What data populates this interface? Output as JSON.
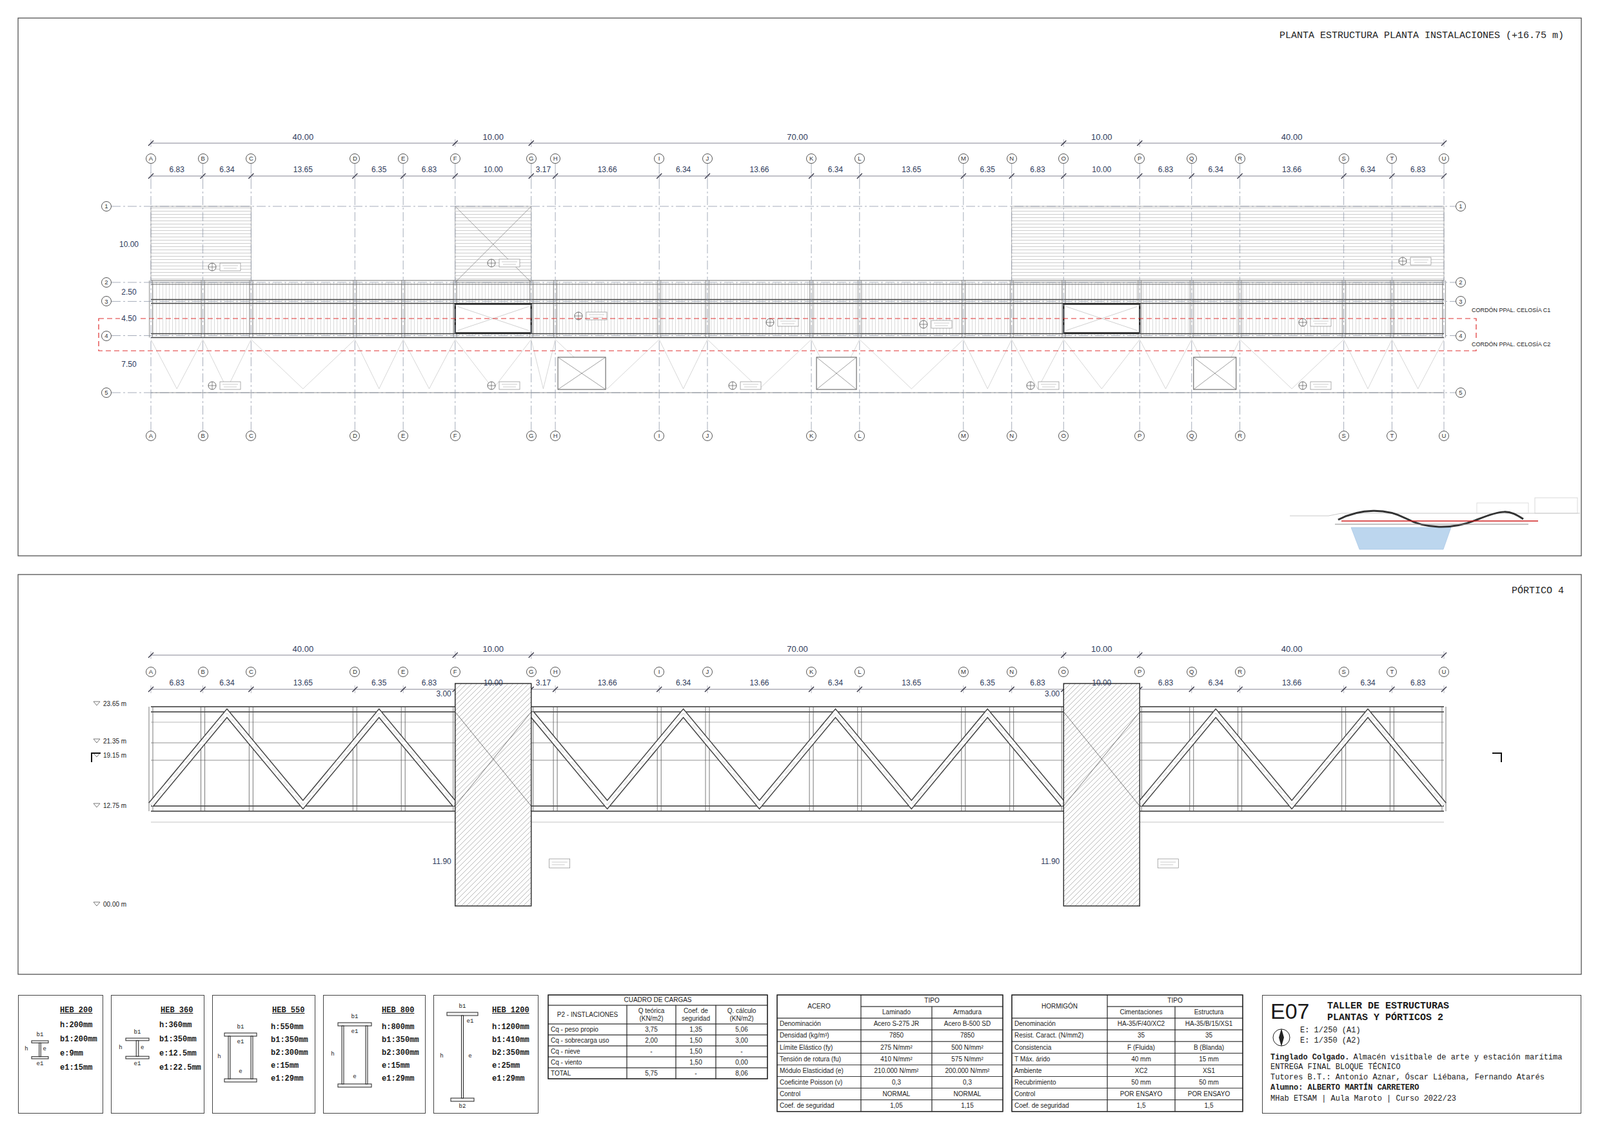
{
  "diagram": {
    "nodes": [
      {
        "text": [
          "A"
        ]
      },
      {
        "text": [
          "B"
        ]
      },
      {
        "text": [
          "C"
        ]
      },
      {
        "text": [
          "D"
        ]
      },
      {
        "text": [
          "E"
        ]
      },
      {
        "text": [
          "F"
        ]
      },
      {
        "text": [
          "G"
        ]
      },
      {
        "text": [
          "H"
        ]
      },
      {
        "text": [
          "I"
        ]
      },
      {
        "text": [
          "J"
        ]
      },
      {
        "text": [
          "K"
        ]
      },
      {
        "text": [
          "L"
        ]
      },
      {
        "text": [
          "M"
        ]
      },
      {
        "text": [
          "N"
        ]
      },
      {
        "text": [
          "O"
        ]
      },
      {
        "text": [
          "P"
        ]
      },
      {
        "text": [
          "Q"
        ]
      },
      {
        "text": [
          "R"
        ]
      },
      {
        "text": [
          "S"
        ]
      },
      {
        "text": [
          "T"
        ]
      },
      {
        "text": [
          "U"
        ]
      },
      {
        "text": [
          "1"
        ]
      },
      {
        "text": [
          "1"
        ]
      },
      {
        "text": [
          "2"
        ]
      },
      {
        "text": [
          "2"
        ]
      },
      {
        "text": [
          "3"
        ]
      },
      {
        "text": [
          "3"
        ]
      },
      {
        "text": [
          "4"
        ]
      },
      {
        "text": [
          "4"
        ]
      },
      {
        "text": [
          "5"
        ]
      },
      {
        "text": [
          "5"
        ]
      },
      {
        "text": [
          "A"
        ]
      },
      {
        "text": [
          "B"
        ]
      },
      {
        "text": [
          "C"
        ]
      },
      {
        "text": [
          "D"
        ]
      },
      {
        "text": [
          "E"
        ]
      },
      {
        "text": [
          "F"
        ]
      },
      {
        "text": [
          "G"
        ]
      },
      {
        "text": [
          "H"
        ]
      },
      {
        "text": [
          "I"
        ]
      },
      {
        "text": [
          "J"
        ]
      },
      {
        "text": [
          "K"
        ]
      },
      {
        "text": [
          "L"
        ]
      },
      {
        "text": [
          "M"
        ]
      },
      {
        "text": [
          "N"
        ]
      },
      {
        "text": [
          "O"
        ]
      },
      {
        "text": [
          "P"
        ]
      },
      {
        "text": [
          "Q"
        ]
      },
      {
        "text": [
          "R"
        ]
      },
      {
        "text": [
          "S"
        ]
      },
      {
        "text": [
          "T"
        ]
      },
      {
        "text": [
          "U"
        ]
      },
      {
        "text": [
          "A"
        ]
      },
      {
        "text": [
          "B"
        ]
      },
      {
        "text": [
          "C"
        ]
      },
      {
        "text": [
          "D"
        ]
      },
      {
        "text": [
          "E"
        ]
      },
      {
        "text": [
          "F"
        ]
      },
      {
        "text": [
          "G"
        ]
      },
      {
        "text": [
          "H"
        ]
      },
      {
        "text": [
          "I"
        ]
      },
      {
        "text": [
          "J"
        ]
      },
      {
        "text": [
          "K"
        ]
      },
      {
        "text": [
          "L"
        ]
      },
      {
        "text": [
          "M"
        ]
      },
      {
        "text": [
          "N"
        ]
      },
      {
        "text": [
          "O"
        ]
      },
      {
        "text": [
          "P"
        ]
      },
      {
        "text": [
          "Q"
        ]
      },
      {
        "text": [
          "R"
        ]
      },
      {
        "text": [
          "S"
        ]
      },
      {
        "text": [
          "T"
        ]
      },
      {
        "text": [
          "U"
        ]
      },
      {
        "text": [
          "HEB 200",
          "h:200mm",
          "b1:200mm",
          "e:9mm",
          "e1:15mm",
          "b1",
          "h",
          "e",
          "e1"
        ]
      },
      {
        "text": [
          "HEB 360",
          "h:360mm",
          "b1:350mm",
          "e:12.5mm",
          "e1:22.5mm",
          "b1",
          "h",
          "e",
          "e1"
        ]
      },
      {
        "text": [
          "HEB 550",
          "h:550mm",
          "b1:350mm",
          "b2:300mm",
          "e:15mm",
          "e1:29mm",
          "b1",
          "h",
          "e1",
          "e"
        ]
      },
      {
        "text": [
          "HEB 800",
          "h:800mm",
          "b1:350mm",
          "b2:300mm",
          "e:15mm",
          "e1:29mm",
          "b1",
          "h",
          "e1",
          "e"
        ]
      },
      {
        "text": [
          "HEB 1200",
          "h:1200mm",
          "b1:410mm",
          "b2:350mm",
          "e:25mm",
          "e1:29mm",
          "b1",
          "e1",
          "h",
          "e",
          "b2"
        ]
      },
      {
        "text": [
          "E07",
          "TALLER DE ESTRUCTURAS PLANTAS Y PÓRTICOS 2",
          "E: 1/250 (A1)",
          "E: 1/350 (A2)",
          "Tinglado Colgado.",
          "Almacén visitbale de arte y estación marítima",
          "ENTREGA FINAL BLOQUE TÉCNICO",
          "Tutores B.T.: Antonio Aznar, Óscar Liébana, Fernando Atarés",
          "Alumno: ALBERTO MARTÍN CARRETERO",
          "MHab ETSAM | Aula Maroto | Curso 2022/23"
        ]
      }
    ],
    "edges": [
      {
        "from": 0,
        "to": 31,
        "arrow": "none"
      },
      {
        "from": 1,
        "to": 32,
        "arrow": "none"
      },
      {
        "from": 2,
        "to": 33,
        "arrow": "none"
      },
      {
        "from": 3,
        "to": 34,
        "arrow": "none"
      },
      {
        "from": 4,
        "to": 35,
        "arrow": "none"
      },
      {
        "from": 5,
        "to": 36,
        "arrow": "none"
      },
      {
        "from": 6,
        "to": 37,
        "arrow": "none"
      },
      {
        "from": 7,
        "to": 38,
        "arrow": "none"
      },
      {
        "from": 8,
        "to": 39,
        "arrow": "none"
      },
      {
        "from": 9,
        "to": 40,
        "arrow": "none"
      },
      {
        "from": 10,
        "to": 41,
        "arrow": "none"
      },
      {
        "from": 11,
        "to": 42,
        "arrow": "none"
      },
      {
        "from": 12,
        "to": 43,
        "arrow": "none"
      },
      {
        "from": 13,
        "to": 44,
        "arrow": "none"
      },
      {
        "from": 14,
        "to": 45,
        "arrow": "none"
      },
      {
        "from": 15,
        "to": 46,
        "arrow": "none"
      },
      {
        "from": 16,
        "to": 47,
        "arrow": "none"
      },
      {
        "from": 17,
        "to": 48,
        "arrow": "none"
      },
      {
        "from": 18,
        "to": 49,
        "arrow": "none"
      },
      {
        "from": 19,
        "to": 50,
        "arrow": "none"
      },
      {
        "from": 20,
        "to": 51,
        "arrow": "none"
      },
      {
        "from": 21,
        "to": 22,
        "arrow": "none"
      },
      {
        "from": 23,
        "to": 24,
        "arrow": "none"
      },
      {
        "from": 25,
        "to": 26,
        "arrow": "none"
      },
      {
        "from": 27,
        "to": 28,
        "arrow": "none"
      },
      {
        "from": 29,
        "to": 30,
        "arrow": "none"
      }
    ],
    "labels": [
      "PLANTA ESTRUCTURA PLANTA INSTALACIONES (+16.75 m)",
      "40.00",
      "10.00",
      "70.00",
      "10.00",
      "40.00",
      "6.83",
      "6.34",
      "13.65",
      "6.35",
      "6.83",
      "10.00",
      "3.17",
      "13.66",
      "6.34",
      "13.66",
      "6.34",
      "13.65",
      "6.35",
      "6.83",
      "10.00",
      "6.83",
      "6.34",
      "13.66",
      "6.34",
      "6.83",
      "10.00",
      "2.50",
      "4.50",
      "7.50",
      "CORDÓN PPAL. CELOSÍA C1",
      "CORDÓN PPAL. CELOSÍA C2",
      "PÓRTICO 4",
      "40.00",
      "10.00",
      "70.00",
      "10.00",
      "40.00",
      "6.83",
      "6.34",
      "13.65",
      "6.35",
      "6.83",
      "10.00",
      "3.17",
      "13.66",
      "6.34",
      "13.66",
      "6.34",
      "13.65",
      "6.35",
      "6.83",
      "10.00",
      "6.83",
      "6.34",
      "13.66",
      "6.34",
      "6.83",
      "23.65 m",
      "21.35 m",
      "19.15 m",
      "12.75 m",
      "00.00 m",
      "3.00",
      "11.90",
      "3.00",
      "11.90",
      "CUADRO DE CARGAS",
      "P2 - INSTLACIONES",
      "Q teórica (KN/m2)",
      "Coef. de seguridad",
      "Q. cálculo (KN/m2)",
      "Cq - peso propio",
      "3,75",
      "1,35",
      "5,06",
      "Cq - sobrecarga uso",
      "2,00",
      "1,50",
      "3,00",
      "Cq - nieve",
      "-",
      "1,50",
      "-",
      "Cq - viento",
      "1,50",
      "0,00",
      "TOTAL",
      "5,75",
      "-",
      "8,06",
      "ACERO",
      "TIPO",
      "Laminado",
      "Armadura",
      "Denominación",
      "Acero S-275 JR",
      "Acero B-500 SD",
      "Densidad (kg/m³)",
      "7850",
      "7850",
      "Límite Elástico (fy)",
      "275 N/mm²",
      "500 N/mm²",
      "Tensión de rotura (fu)",
      "410 N/mm²",
      "575 N/mm²",
      "Módulo Elasticidad (e)",
      "210.000 N/mm²",
      "200.000 N/mm²",
      "Coeficinte Poisson (ν)",
      "0,3",
      "0,3",
      "Control",
      "NORMAL",
      "NORMAL",
      "Coef. de seguridad",
      "1,05",
      "1,15",
      "HORMIGÓN",
      "TIPO",
      "Cimentaciones",
      "Estructura",
      "Denominación",
      "HA-35/F/40/XC2",
      "HA-35/B/15/XS1",
      "Resist. Caract. (N/mm2)",
      "35",
      "35",
      "Consistencia",
      "F (Fluida)",
      "B (Blanda)",
      "T Máx. árido",
      "40 mm",
      "15 mm",
      "Ambiente",
      "XC2",
      "XS1",
      "Recubrimiento",
      "50 mm",
      "50 mm",
      "Control",
      "POR ENSAYO",
      "POR ENSAYO",
      "Coef. de seguridad",
      "1,5",
      "1,5"
    ]
  }
}
